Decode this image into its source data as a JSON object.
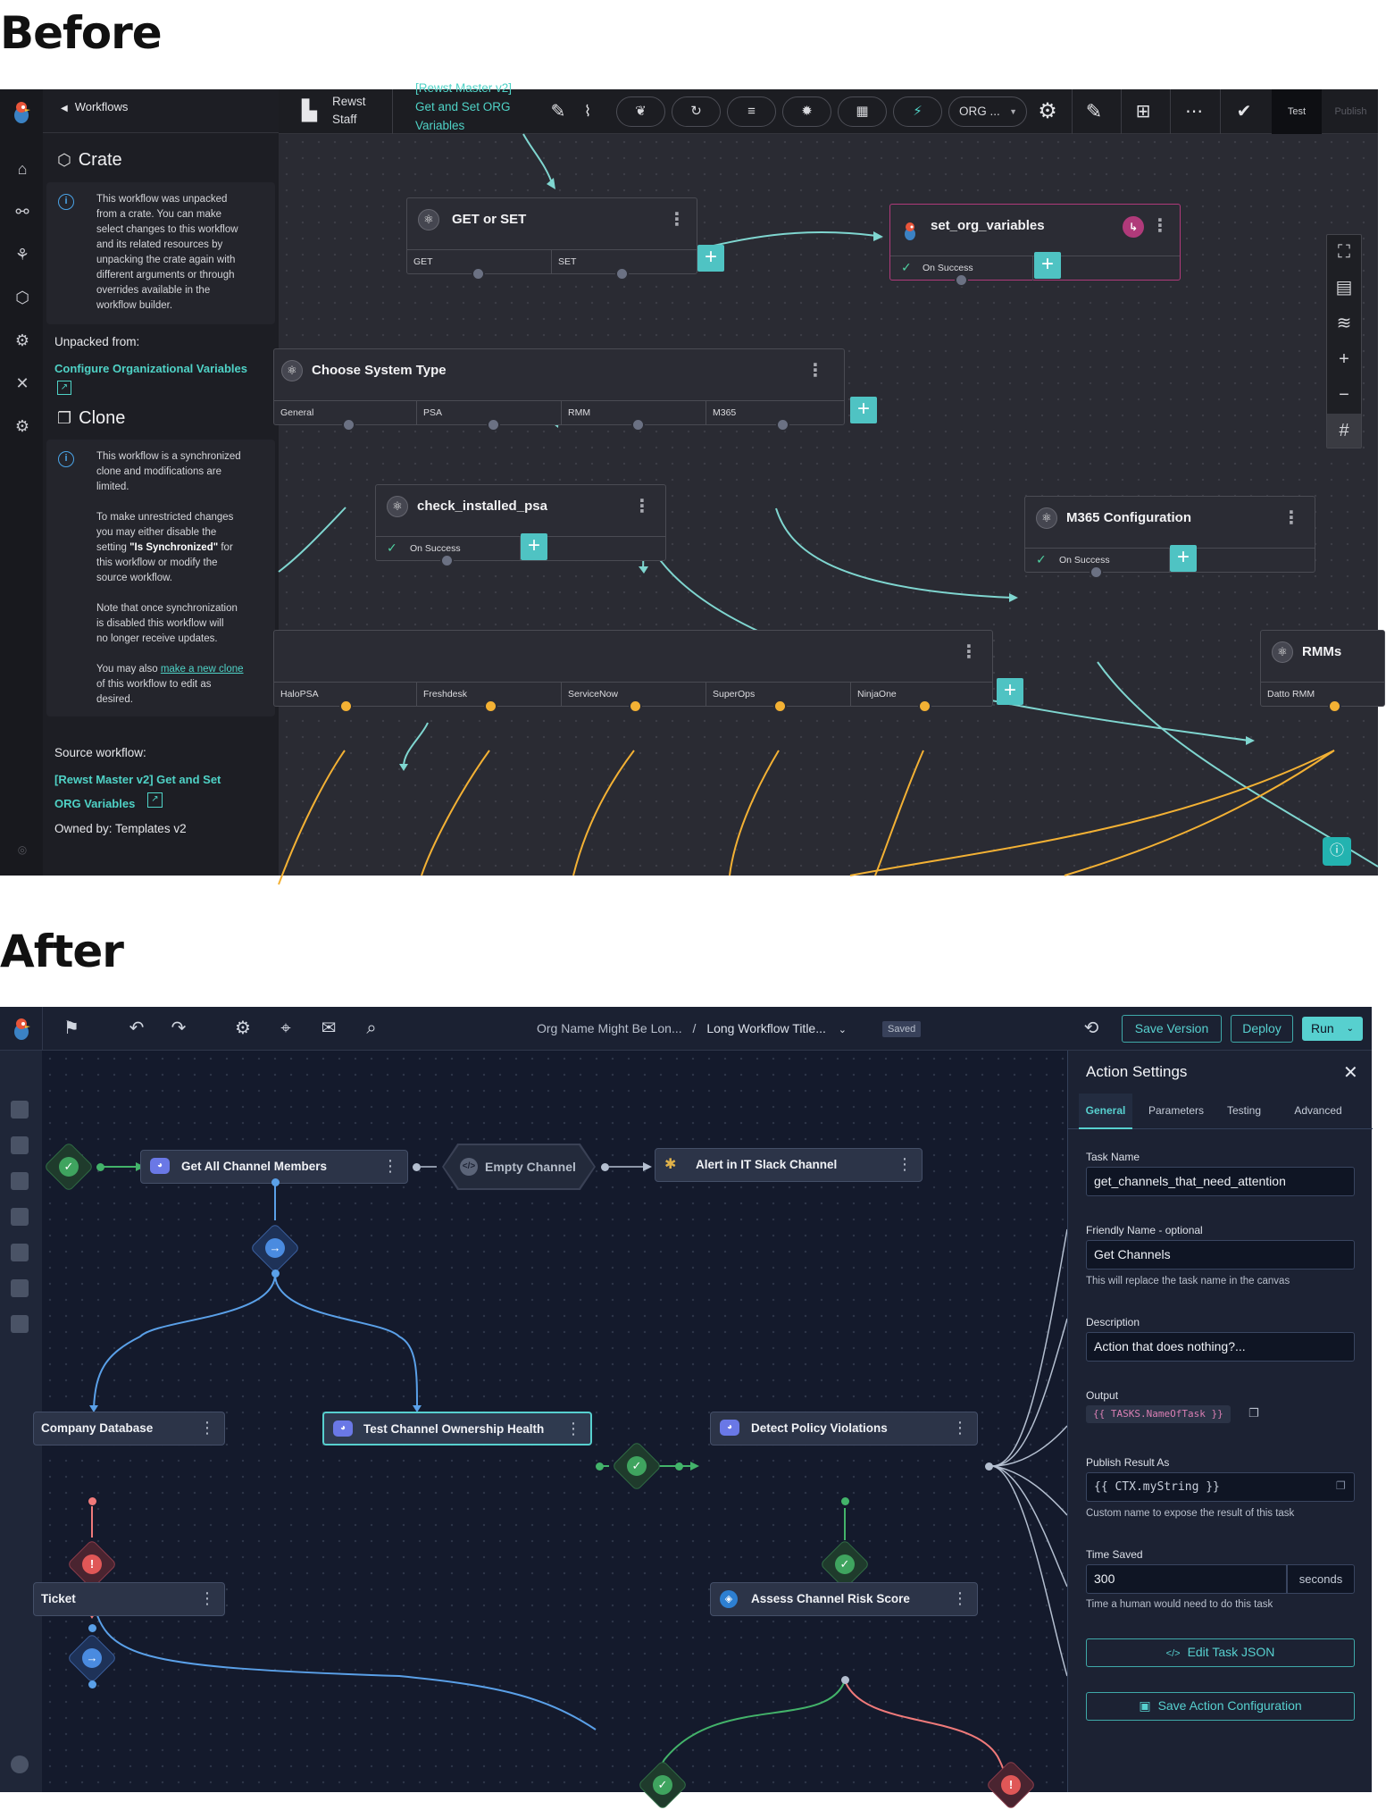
{
  "labels": {
    "before": "Before",
    "after": "After"
  },
  "before": {
    "sidebar": {
      "back_label": "Workflows",
      "crate_title": "Crate",
      "crate_info": [
        "This workflow was unpacked",
        "from a crate. You can make",
        "select changes to this workflow",
        "and its related resources by",
        "unpacking the crate again with",
        "different arguments or through",
        "overrides available in the",
        "workflow builder."
      ],
      "unpacked_from_label": "Unpacked from:",
      "unpacked_from_link": "Configure Organizational Variables",
      "clone_title": "Clone",
      "clone_info_1": [
        "This workflow is a synchronized",
        "clone and modifications are",
        "limited."
      ],
      "clone_info_2_line1": "To make unrestricted changes",
      "clone_info_2_line2": "you may either disable the",
      "clone_info_2_line3_pre": "setting ",
      "clone_info_2_line3_bold": "\"Is Synchronized\"",
      "clone_info_2_line3_post": " for",
      "clone_info_2_line4": "this workflow or modify the",
      "clone_info_2_line5": "source workflow.",
      "clone_info_3": [
        "Note that once synchronization",
        "is disabled this workflow will",
        "no longer receive updates."
      ],
      "clone_info_4_pre": "You may also ",
      "clone_info_4_link": "make a new clone",
      "clone_info_4_line2": "of this workflow to edit as",
      "clone_info_4_line3": "desired.",
      "source_label": "Source workflow:",
      "source_link_1": "[Rewst Master v2] Get and Set",
      "source_link_2": "ORG Variables",
      "owned_by": "Owned by: Templates v2"
    },
    "toolbar": {
      "org_line1": "Rewst",
      "org_line2": "Staff",
      "wf_line0": "[Rewst Master v2]",
      "wf_line1": "Get and Set ORG",
      "wf_line2": "Variables",
      "org_select": "ORG ...",
      "test": "Test",
      "publish": "Publish"
    },
    "nodes": {
      "get_or_set": {
        "title": "GET or SET",
        "slots": [
          "GET",
          "SET"
        ]
      },
      "set_org_variables": {
        "title": "set_org_variables",
        "slots": [
          "On Success"
        ]
      },
      "choose_system_type": {
        "title": "Choose System Type",
        "slots": [
          "General",
          "PSA",
          "RMM",
          "M365"
        ]
      },
      "check_installed_psa": {
        "title": "check_installed_psa",
        "slots": [
          "On Success"
        ]
      },
      "m365_configuration": {
        "title": "M365 Configuration",
        "slots": [
          "On Success"
        ]
      },
      "psa_switch": {
        "title": "",
        "slots": [
          "HaloPSA",
          "Freshdesk",
          "ServiceNow",
          "SuperOps",
          "NinjaOne"
        ]
      },
      "rmms": {
        "title": "RMMs",
        "slots": [
          "Datto RMM"
        ]
      }
    }
  },
  "after": {
    "toolbar": {
      "org_name": "Org Name Might Be Lon...",
      "separator": "/",
      "workflow_title": "Long Workflow Title...",
      "status_badge": "Saved",
      "save_version": "Save Version",
      "deploy": "Deploy",
      "run": "Run"
    },
    "nodes": {
      "get_all_channel_members": "Get All Channel Members",
      "empty_channel": "Empty Channel",
      "alert_slack": "Alert in IT Slack Channel",
      "company_database": "Company Database",
      "test_channel_health": "Test Channel Ownership Health",
      "detect_policy": "Detect Policy Violations",
      "ticket": "Ticket",
      "assess_risk": "Assess Channel Risk Score"
    },
    "panel": {
      "title": "Action Settings",
      "tabs": [
        "General",
        "Parameters",
        "Testing",
        "Advanced"
      ],
      "task_name_label": "Task Name",
      "task_name_value": "get_channels_that_need_attention",
      "friendly_label": "Friendly Name - optional",
      "friendly_value": "Get Channels",
      "friendly_hint": "This will replace the task name in the canvas",
      "description_label": "Description",
      "description_value": "Action that does nothing?...",
      "output_label": "Output",
      "output_value": "{{ TASKS.NameOfTask }}",
      "publish_label": "Publish Result As",
      "publish_value": "{{ CTX.myString }}",
      "publish_hint": "Custom name to expose the result of this task",
      "time_saved_label": "Time Saved",
      "time_saved_value": "300",
      "time_saved_unit": "seconds",
      "time_saved_hint": "Time a human would need to do this task",
      "edit_json": "Edit Task JSON",
      "save_config": "Save Action Configuration"
    }
  }
}
